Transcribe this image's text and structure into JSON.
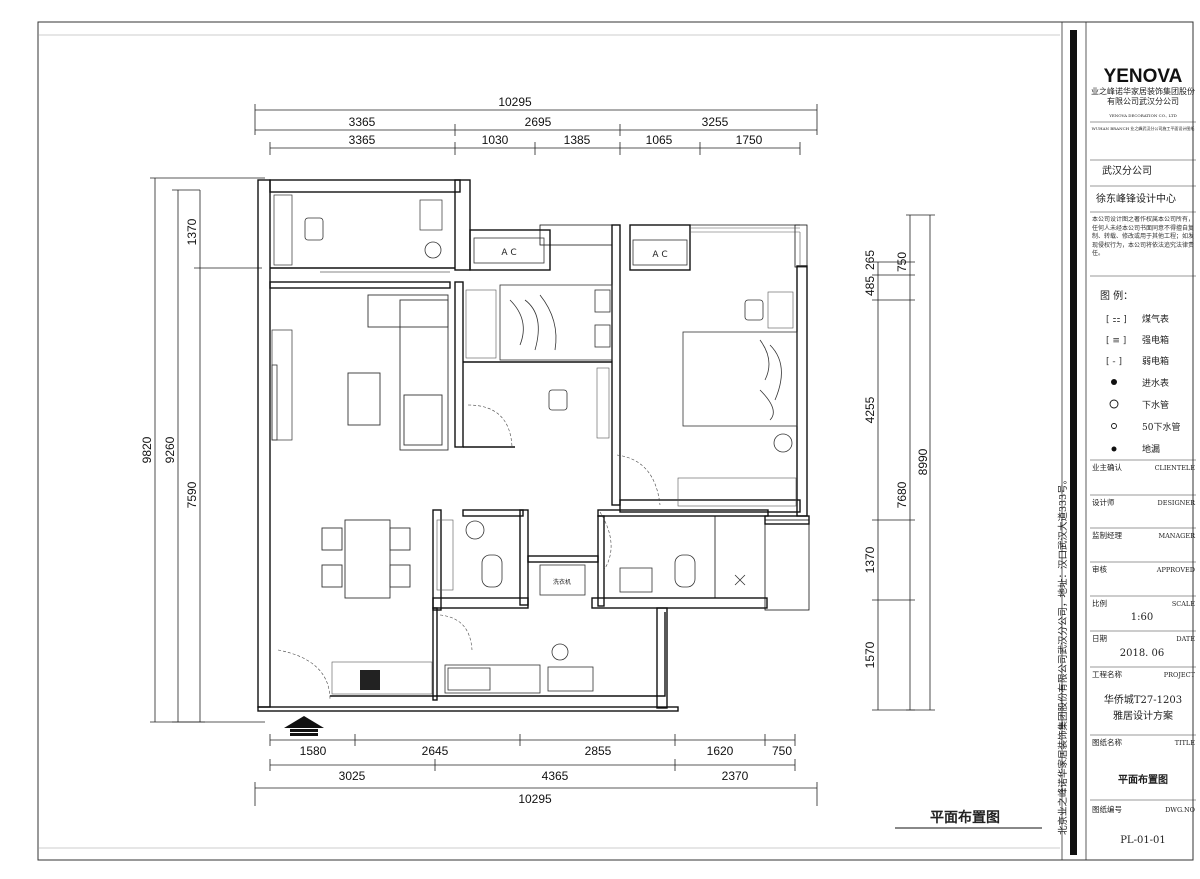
{
  "drawing": {
    "title": "平面布置图",
    "entrance_icon": "entrance-arrow-icon"
  },
  "dimensions": {
    "top_total": "10295",
    "top_row1": [
      "3365",
      "2695",
      "3255"
    ],
    "top_row2": [
      "3365",
      "1030",
      "1385",
      "1065",
      "1750"
    ],
    "bottom_row1": [
      "1580",
      "2645",
      "2855",
      "1620",
      "750"
    ],
    "bottom_row2": [
      "3025",
      "4365",
      "2370"
    ],
    "bottom_total": "10295",
    "left_outer": "9820",
    "left_mid": "9260",
    "left_top": "1370",
    "left_bottom": "7590",
    "right_outer": "8990",
    "right_upper": [
      "265",
      "485",
      "750"
    ],
    "right_mid": [
      "4255",
      "7680"
    ],
    "right_lower": [
      "1370",
      "1570"
    ]
  },
  "fixtures": {
    "ac_label": "A C",
    "washer_label": "洗衣机"
  },
  "title_block": {
    "logo": "YENOVA",
    "company_line1": "业之峰诺华家居装饰集团股份",
    "company_line2": "有限公司武汉分公司",
    "tiny_line1": "YENOVA DECORATION CO., LTD",
    "tiny_line2": "WUHAN BRANCH  业之峰武汉分公司施工平面设计图纸",
    "branch": "武汉分公司",
    "design_center": "徐东峰锋设计中心",
    "notice": "本公司设计图之著作权属本公司所有，任何人未经本公司书面同意不得擅自复制、转载、修改或用于其他工程；如发现侵权行为，本公司将依法追究法律责任。",
    "legend_title": "图 例：",
    "legend": [
      {
        "icon": "gas-meter-icon",
        "label": "煤气表"
      },
      {
        "icon": "strong-box-icon",
        "label": "强电箱"
      },
      {
        "icon": "weak-box-icon",
        "label": "弱电箱"
      },
      {
        "icon": "water-inlet-icon",
        "label": "进水表"
      },
      {
        "icon": "drain-pipe-icon",
        "label": "下水管"
      },
      {
        "icon": "drain-50-icon",
        "label": "50下水管"
      },
      {
        "icon": "floor-drain-icon",
        "label": "地漏"
      }
    ],
    "rows": [
      {
        "cn": "业主确认",
        "en": "CLIENTELE",
        "value": ""
      },
      {
        "cn": "设计师",
        "en": "DESIGNER",
        "value": ""
      },
      {
        "cn": "监制经理",
        "en": "MANAGER",
        "value": ""
      },
      {
        "cn": "审核",
        "en": "APPROVED",
        "value": ""
      },
      {
        "cn": "比例",
        "en": "SCALE",
        "value": "1:60"
      },
      {
        "cn": "日期",
        "en": "DATE",
        "value": "2018. 06"
      }
    ],
    "project_cn": "工程名称",
    "project_en": "PROJECT",
    "project_value1": "华侨城T27-1203",
    "project_value2": "雅居设计方案",
    "title_cn": "图纸名称",
    "title_en": "TITLE",
    "title_value": "平面布置图",
    "dwg_cn": "图纸编号",
    "dwg_en": "DWG.NO",
    "dwg_value": "PL-01-01",
    "vertical_text": "北京业之峰诺华家居装饰集团股份有限公司武汉分公司，地址：汉口武汉大道333号。"
  }
}
